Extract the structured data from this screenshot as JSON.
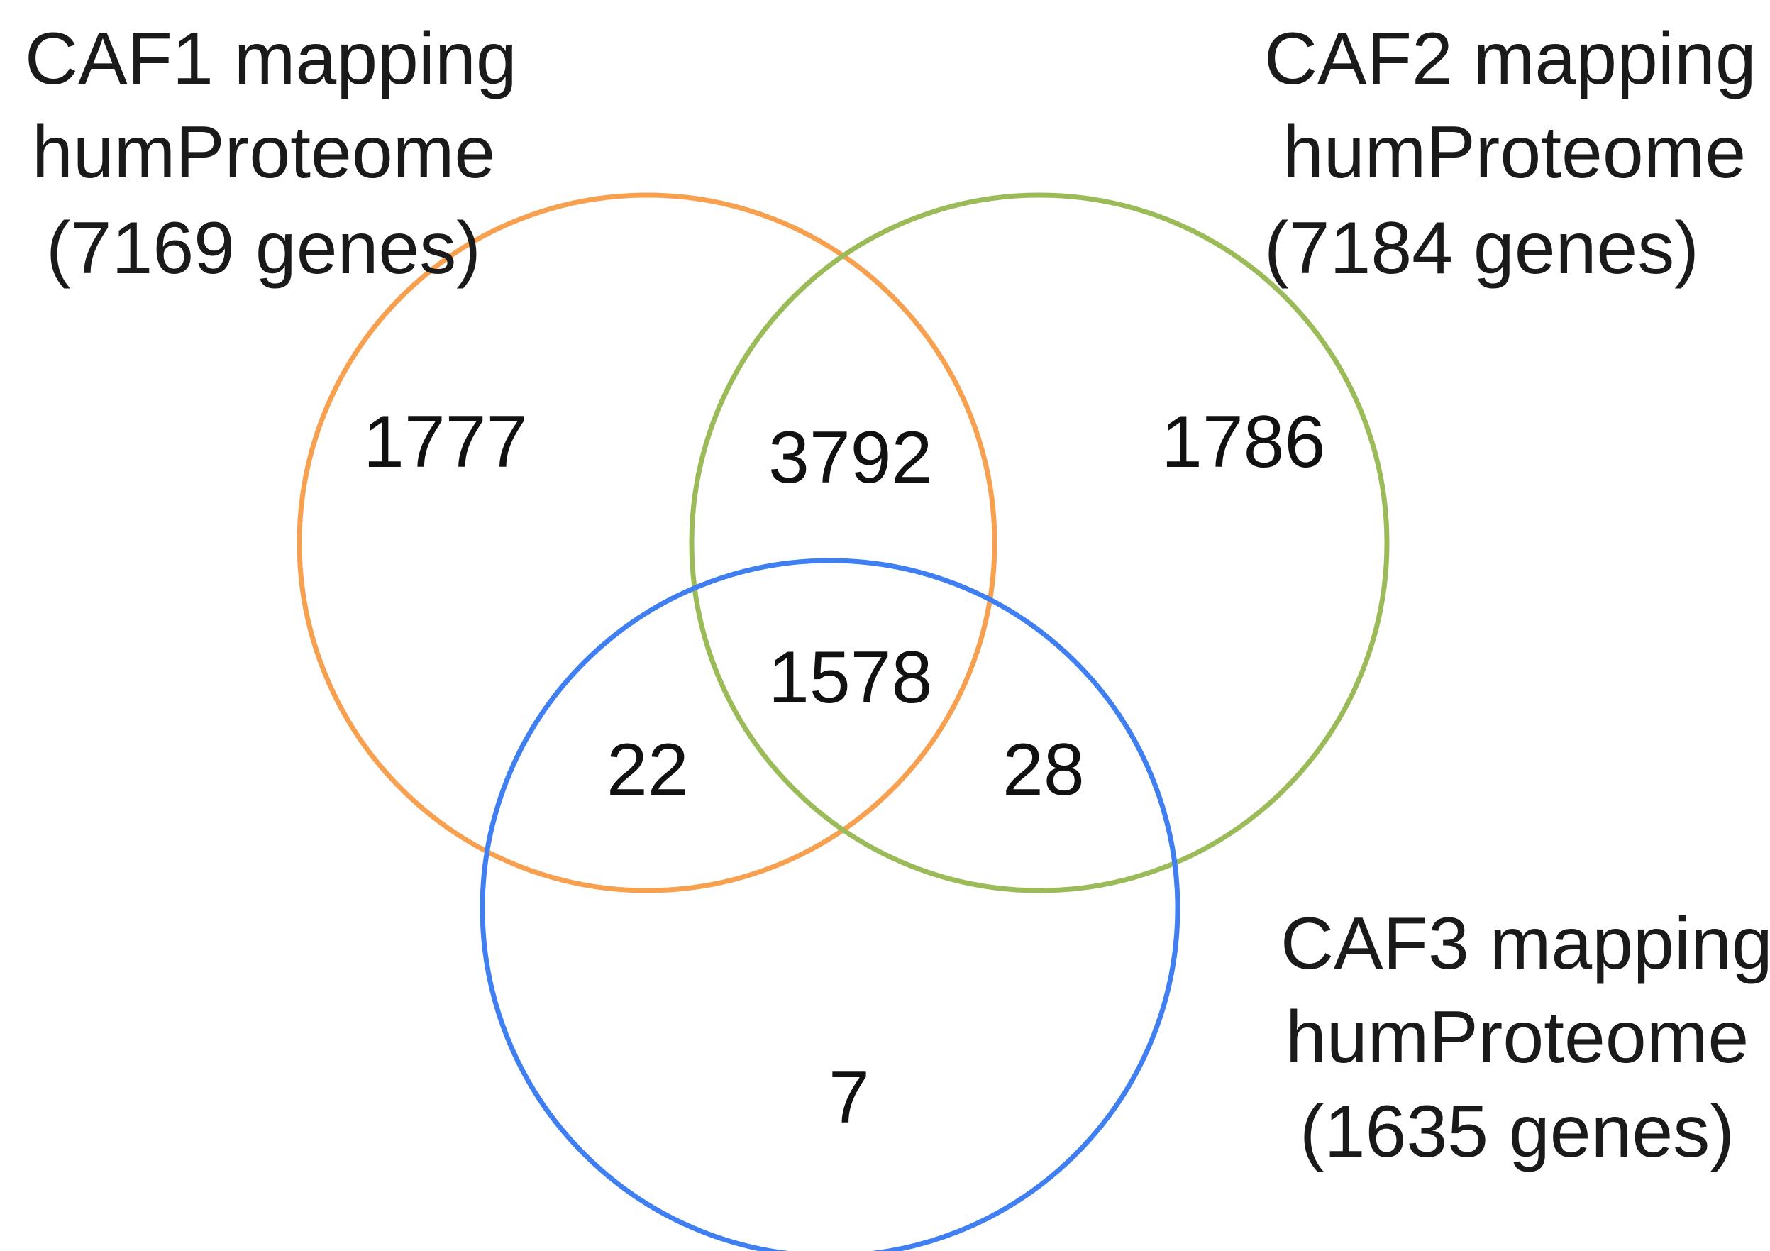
{
  "colors": {
    "caf1": "#F7A04F",
    "caf2": "#9BBB59",
    "caf3": "#3F7FF2",
    "text": "#111111"
  },
  "sets": {
    "caf1": {
      "lines": [
        "CAF1 mapping",
        "humProteome",
        "(7169 genes)"
      ]
    },
    "caf2": {
      "lines": [
        "CAF2 mapping",
        "humProteome",
        "(7184 genes)"
      ]
    },
    "caf3": {
      "lines": [
        "CAF3 mapping",
        "humProteome",
        "(1635 genes)"
      ]
    }
  },
  "regions": {
    "caf1_only": "1777",
    "caf1_caf2": "3792",
    "caf2_only": "1786",
    "all_three": "1578",
    "caf1_caf3": "22",
    "caf2_caf3": "28",
    "caf3_only": "7"
  }
}
